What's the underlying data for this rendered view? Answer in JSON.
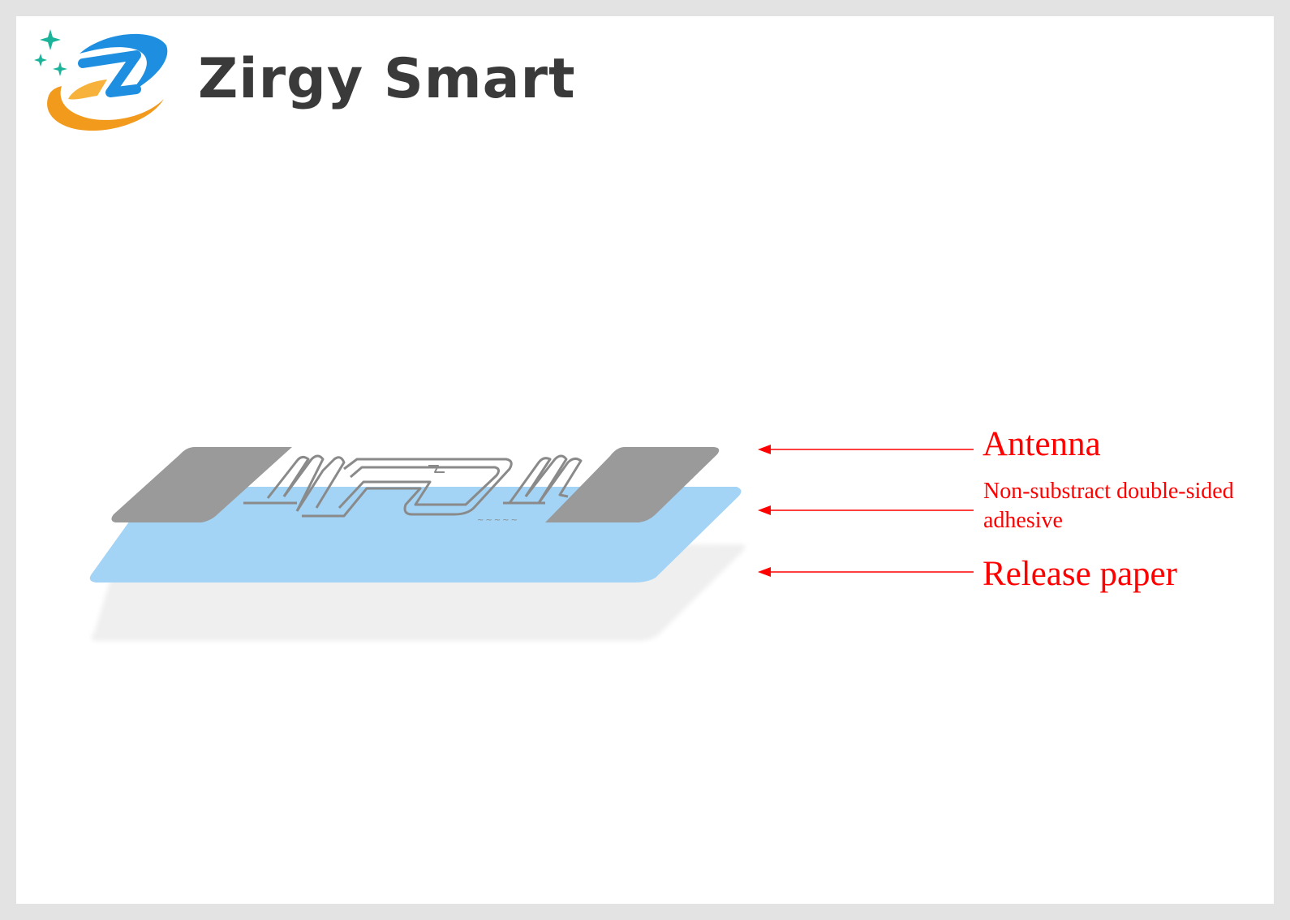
{
  "brand": {
    "name": "Zirgy Smart",
    "logo_icon": "zirgy-swoosh-logo",
    "colors": {
      "blue": "#1e8fe0",
      "orange": "#f29a1c",
      "green": "#1bb39a",
      "text": "#3a3a3a"
    }
  },
  "diagram": {
    "layers": [
      {
        "label": "Antenna",
        "color": "#9a9a9a"
      },
      {
        "label": "Non-substract double-sided adhesive",
        "color": "#a3d4f5"
      },
      {
        "label": "Release paper",
        "color": "#efefef"
      }
    ],
    "arrow_color": "#ff0000"
  }
}
